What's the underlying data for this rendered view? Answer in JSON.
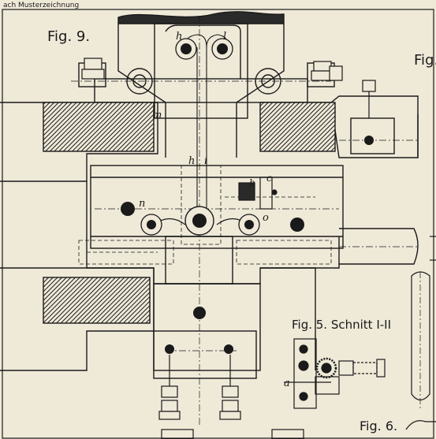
{
  "header_fragment": "ach Musterzeichnung",
  "figures": {
    "fig9": "Fig. 9.",
    "fig5": "Fig. 5. Schnitt I-II",
    "fig6": "Fig. 6.",
    "fig_partial": "Fig."
  },
  "part_letters": {
    "h_top": "h",
    "l_top": "l",
    "m": "m",
    "h_mid": "h",
    "i_mid": "i",
    "b": "b",
    "c": "c",
    "n": "n",
    "o": "o",
    "a": "a"
  },
  "colors": {
    "paper": "#efe9d8",
    "ink": "#1a1a1a",
    "hatch_fill": "#3a3a3a"
  }
}
